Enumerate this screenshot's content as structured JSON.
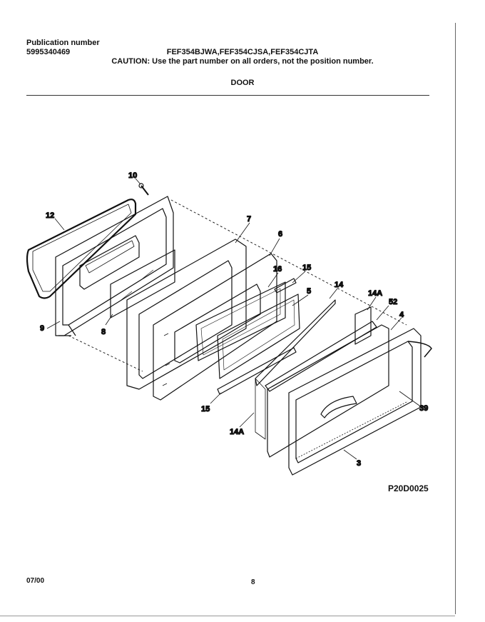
{
  "header": {
    "publication_label": "Publication number",
    "publication_number": "5995340469",
    "models": "FEF354BJWA,FEF354CJSA,FEF354CJTA",
    "caution": "CAUTION:  Use the part number on all orders, not the position number.",
    "section_title": "DOOR"
  },
  "callouts": {
    "c10": "10",
    "c12": "12",
    "c7": "7",
    "c6": "6",
    "c16": "16",
    "c15_top": "15",
    "c14": "14",
    "c14a_top": "14A",
    "c52": "52",
    "c5": "5",
    "c4": "4",
    "c9": "9",
    "c8": "8",
    "c39": "39",
    "c15_bottom": "15",
    "c14a_bottom": "14A",
    "c3": "3"
  },
  "drawing_code": "P20D0025",
  "footer": {
    "date": "07/00",
    "page": "8"
  }
}
